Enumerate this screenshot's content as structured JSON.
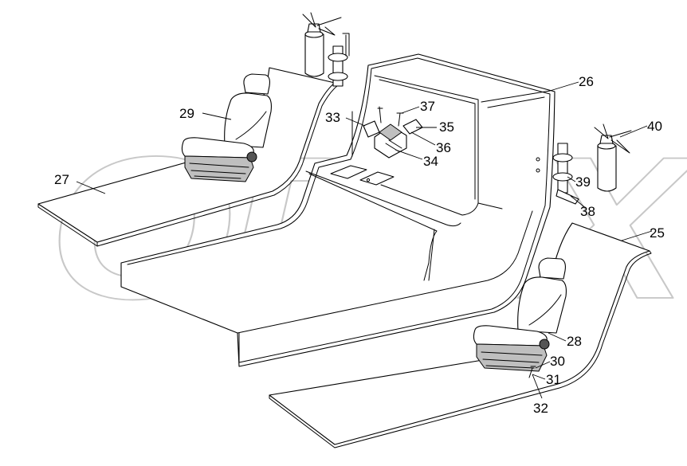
{
  "diagram": {
    "watermark": "OPEX",
    "callouts": [
      {
        "id": "c25",
        "label": "25"
      },
      {
        "id": "c26",
        "label": "26"
      },
      {
        "id": "c27",
        "label": "27"
      },
      {
        "id": "c28",
        "label": "28"
      },
      {
        "id": "c29",
        "label": "29"
      },
      {
        "id": "c30",
        "label": "30"
      },
      {
        "id": "c31",
        "label": "31"
      },
      {
        "id": "c32",
        "label": "32"
      },
      {
        "id": "c33",
        "label": "33"
      },
      {
        "id": "c34",
        "label": "34"
      },
      {
        "id": "c35",
        "label": "35"
      },
      {
        "id": "c36",
        "label": "36"
      },
      {
        "id": "c37",
        "label": "37"
      },
      {
        "id": "c38",
        "label": "38"
      },
      {
        "id": "c39",
        "label": "39"
      },
      {
        "id": "c40",
        "label": "40"
      }
    ]
  }
}
